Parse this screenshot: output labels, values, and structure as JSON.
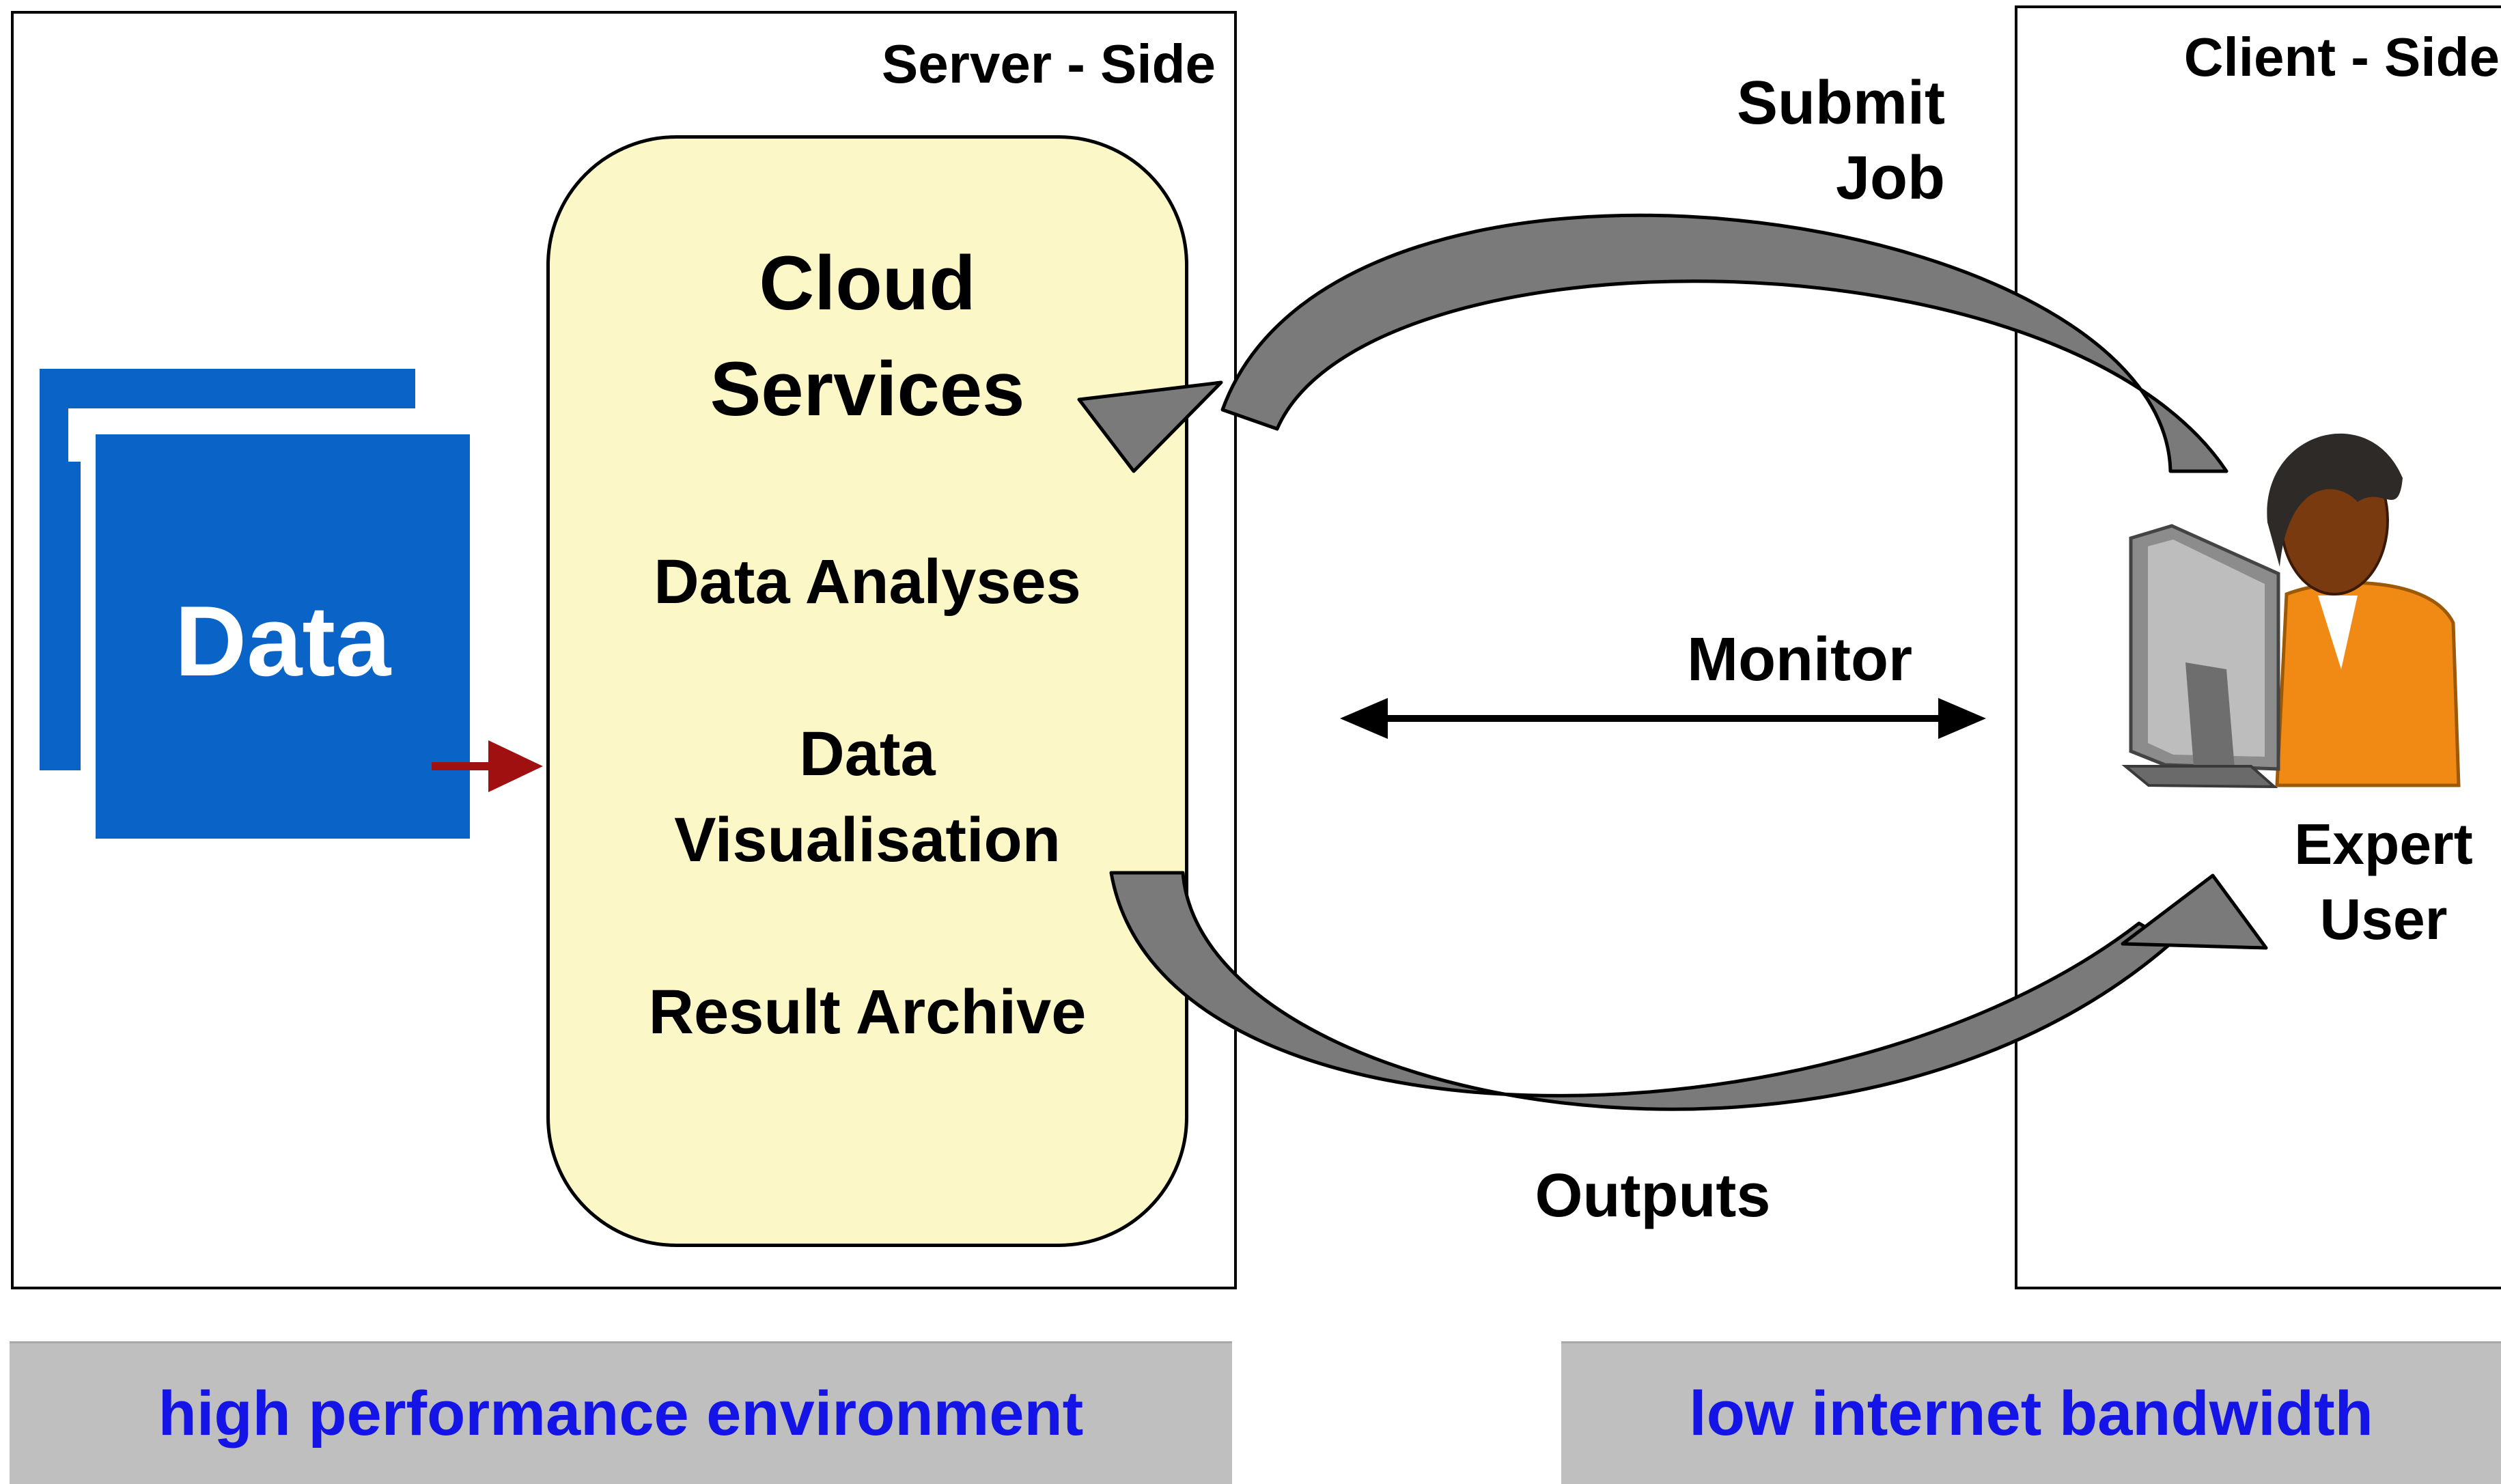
{
  "server_side": {
    "label": "Server - Side",
    "data_store_label": "Data",
    "cloud": {
      "title_line1": "Cloud",
      "title_line2": "Services",
      "items": [
        "Data Analyses",
        "Data",
        "Visualisation",
        "Result Archive"
      ]
    }
  },
  "client_side": {
    "label": "Client - Side",
    "user_line1": "Expert",
    "user_line2": "User"
  },
  "flows": {
    "submit_line1": "Submit",
    "submit_line2": "Job",
    "monitor": "Monitor",
    "outputs": "Outputs"
  },
  "footer": {
    "left": "high performance environment",
    "right": "low internet bandwidth"
  },
  "colors": {
    "data_blue": "#0a64c8",
    "cloud_fill": "#fbf7c6",
    "band_grey": "#bfbfbf",
    "footer_text": "#1414e6",
    "arrow_grey": "#7a7a7a",
    "input_arrow": "#a01010"
  },
  "icons": {
    "data_store": "database-stack-icon",
    "user": "user-at-computer-icon"
  }
}
